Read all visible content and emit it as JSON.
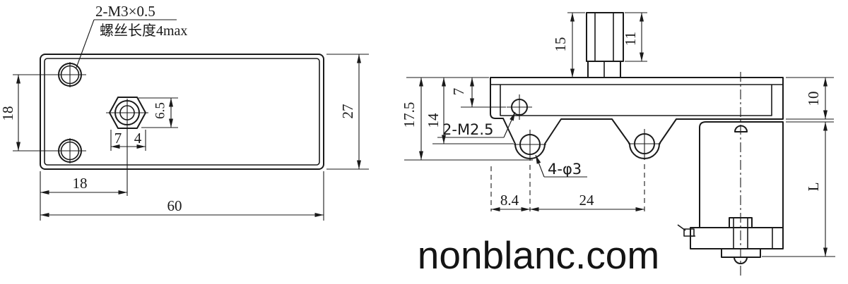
{
  "colors": {
    "line": "#1a1a1a",
    "background": "#ffffff",
    "watermark": "#141414"
  },
  "left_view": {
    "note_thread_spec": "2-M3×0.5",
    "note_screw_length": "螺丝长度4max",
    "dim_hole_spacing": "18",
    "dim_hex_height": "6.5",
    "dim_hex_left": "7",
    "dim_hex_right": "4",
    "dim_hex_offset": "18",
    "dim_total_width": "60",
    "dim_total_height": "27"
  },
  "right_view": {
    "dim_depth_total": "17.5",
    "dim_depth_hole": "14",
    "dim_depth_screw": "7",
    "dim_knob_height": "15",
    "dim_knob_top_height": "11",
    "dim_plate_thickness": "10",
    "dim_hole_offset": "8.4",
    "dim_hole_pitch": "24",
    "dim_body_length": "L",
    "note_thread": "2-M2.5",
    "note_holes": "4-φ3"
  },
  "watermark": "nonblanc.com"
}
